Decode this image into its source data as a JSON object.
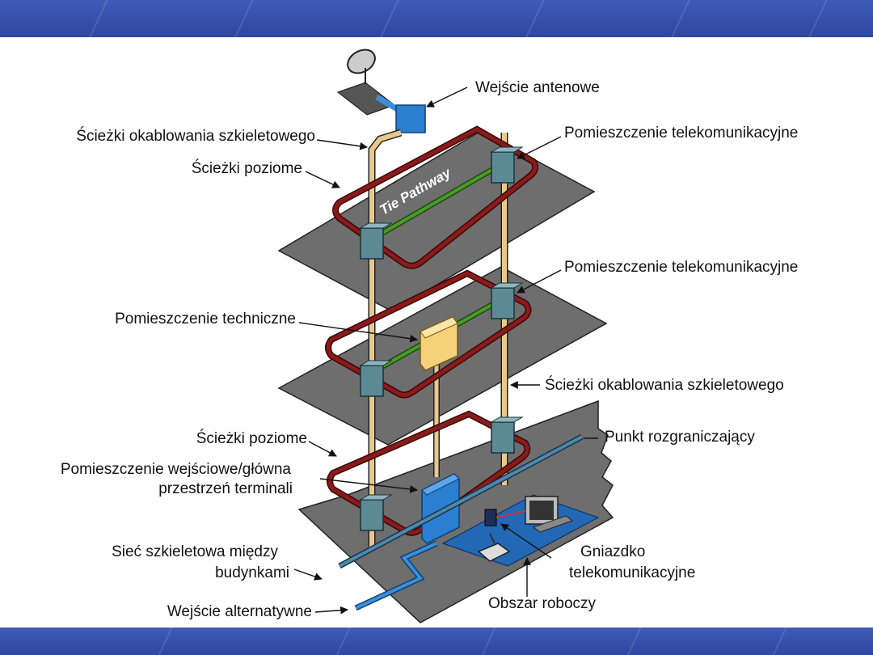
{
  "labels": {
    "antenna_entrance": "Wejście antenowe",
    "backbone_paths_top": "Ścieżki okablowania szkieletowego",
    "horizontal_paths_top": "Ścieżki poziome",
    "telecom_room_top": "Pomieszczenie telekomunikacyjne",
    "telecom_room_mid": "Pomieszczenie telekomunikacyjne",
    "equipment_room": "Pomieszczenie techniczne",
    "backbone_paths_right": "Ścieżki okablowania szkieletowego",
    "horizontal_paths_bottom": "Ścieżki poziome",
    "demarcation_point": "Punkt rozgraniczający",
    "entrance_room_line1": "Pomieszczenie wejściowe/główna",
    "entrance_room_line2": "przestrzeń terminali",
    "campus_backbone_line1": "Sieć szkieletowa między",
    "campus_backbone_line2": "budynkami",
    "telecom_outlet_line1": "Gniazdko",
    "telecom_outlet_line2": "telekomunikacyjne",
    "alternate_entrance": "Wejście alternatywne",
    "work_area": "Obszar roboczy",
    "tie_pathway": "Tie Pathway"
  },
  "colors": {
    "band": "#3355aa",
    "floor": "#6e6e6e",
    "pathway": "#8b1a1a",
    "riser": "#e9c98a",
    "tie": "#4a9a2a",
    "closet": "#5b8a95",
    "equipment": "#f5d27a",
    "entrance": "#2a7fd1",
    "work_area": "#2268b5"
  }
}
